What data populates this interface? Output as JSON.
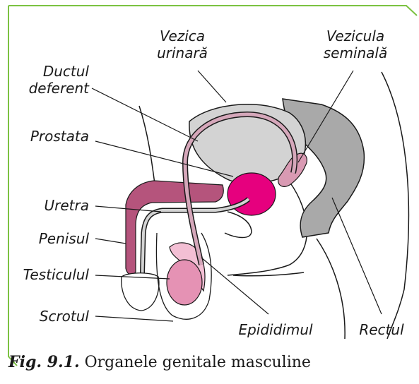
{
  "labels": {
    "vezica_line1": "Vezica",
    "vezica_line2": "urinară",
    "vezicula_line1": "Vezicula",
    "vezicula_line2": "seminală",
    "ductul_line1": "Ductul",
    "ductul_line2": "deferent",
    "prostata": "Prostata",
    "uretra": "Uretra",
    "penisul": "Penisul",
    "testiculul": "Testiculul",
    "scrotul": "Scrotul",
    "epididimul": "Epididimul",
    "rectul": "Rectul"
  },
  "caption": {
    "fig_label": "Fig. 9.1.",
    "text": "Organele genitale masculine"
  },
  "colors": {
    "frame": "#7cc242",
    "bladder": "#d3d3d3",
    "rectum": "#a9a9a9",
    "prostate": "#e6007e",
    "penis_body": "#b5547c",
    "testis": "#e592b4",
    "epididymis": "#f3bfd4",
    "duct": "#d5a7ba",
    "seminal_vesicle": "#d99ab3"
  }
}
